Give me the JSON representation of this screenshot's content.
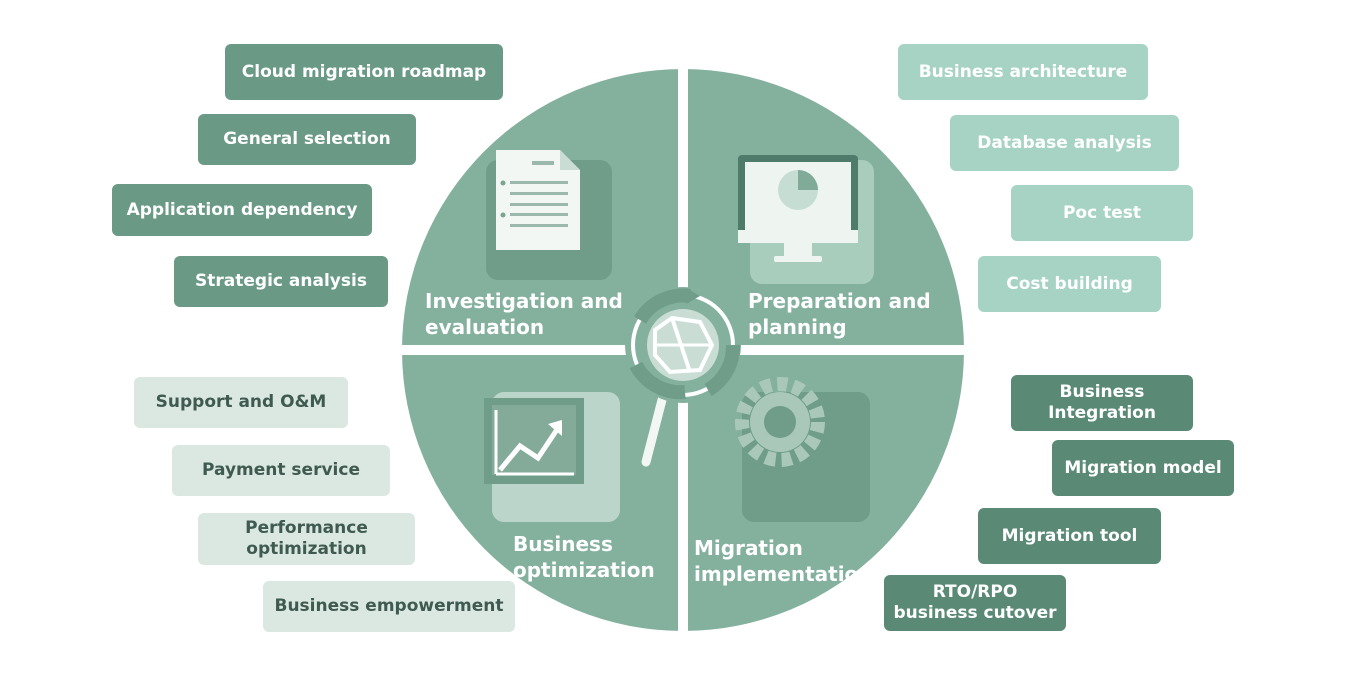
{
  "colors": {
    "wheel": "#84b09e",
    "wheel_dark": "#6f9d89",
    "chip_dark": "#6a9a86",
    "chip_light": "#a7d3c4",
    "chip_pale": "#dbe8e2",
    "chip_deep": "#5a8a75"
  },
  "quadrants": {
    "top_left": "Investigation and evaluation",
    "top_right": "Preparation and planning",
    "bottom_left": "Business optimization",
    "bottom_right": "Migration implementation"
  },
  "icons": {
    "top_left": "document-icon",
    "top_right": "monitor-pie-chart-icon",
    "bottom_left": "growth-chart-icon",
    "bottom_right": "gear-icon",
    "center": "map-with-cycle-arrows-icon"
  },
  "left_top_items": [
    "Cloud migration roadmap",
    "General selection",
    "Application dependency",
    "Strategic analysis"
  ],
  "right_top_items": [
    "Business architecture",
    "Database analysis",
    "Poc test",
    "Cost building"
  ],
  "left_bottom_items": [
    "Support and O&M",
    "Payment service",
    "Performance optimization",
    "Business empowerment"
  ],
  "right_bottom_items": [
    "Business Integration",
    "Migration model",
    "Migration tool",
    "RTO/RPO business cutover"
  ]
}
